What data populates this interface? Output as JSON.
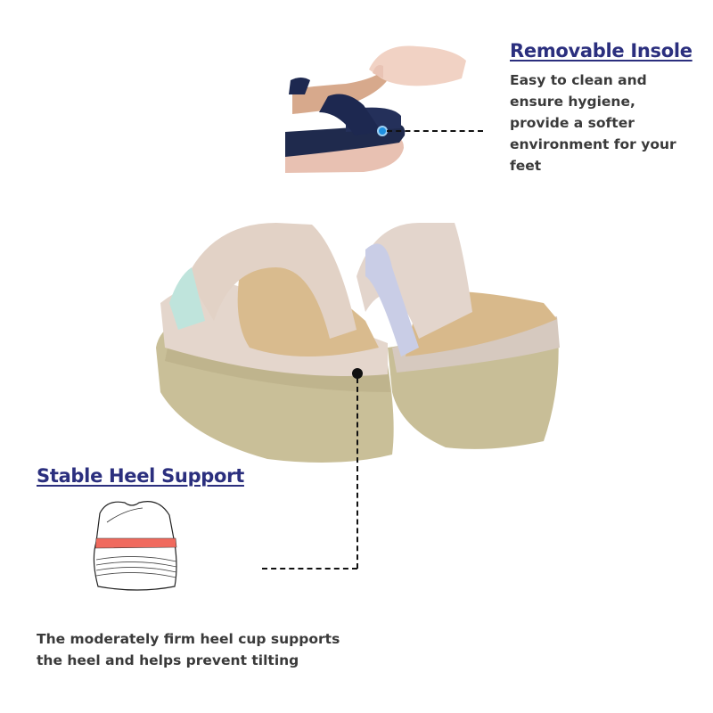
{
  "features": [
    {
      "title": "Removable Insole",
      "lines": [
        "Easy to clean and",
        "ensure hygiene,",
        "provide a softer",
        "environment for your",
        "feet"
      ],
      "image": "hand-lifting-insole-from-navy-sandal"
    },
    {
      "title": "Stable Heel Support",
      "lines": [
        "The moderately firm heel cup supports",
        "the heel and helps prevent tilting"
      ],
      "image": "heel-cup-sketch-with-red-band"
    }
  ],
  "main_image": "pair-of-beige-slide-sandals-rear-view",
  "colors": {
    "heading": "#2b2f7e",
    "body": "#3a3a3a",
    "sole": "#c9bf98",
    "upper": "#e4d6cc",
    "strap_blue": "#c9cde6",
    "insole": "#d9bb8e",
    "navy": "#1f2a4d",
    "heel_band": "#f06a5e",
    "marker_blue": "#1e90e0"
  }
}
